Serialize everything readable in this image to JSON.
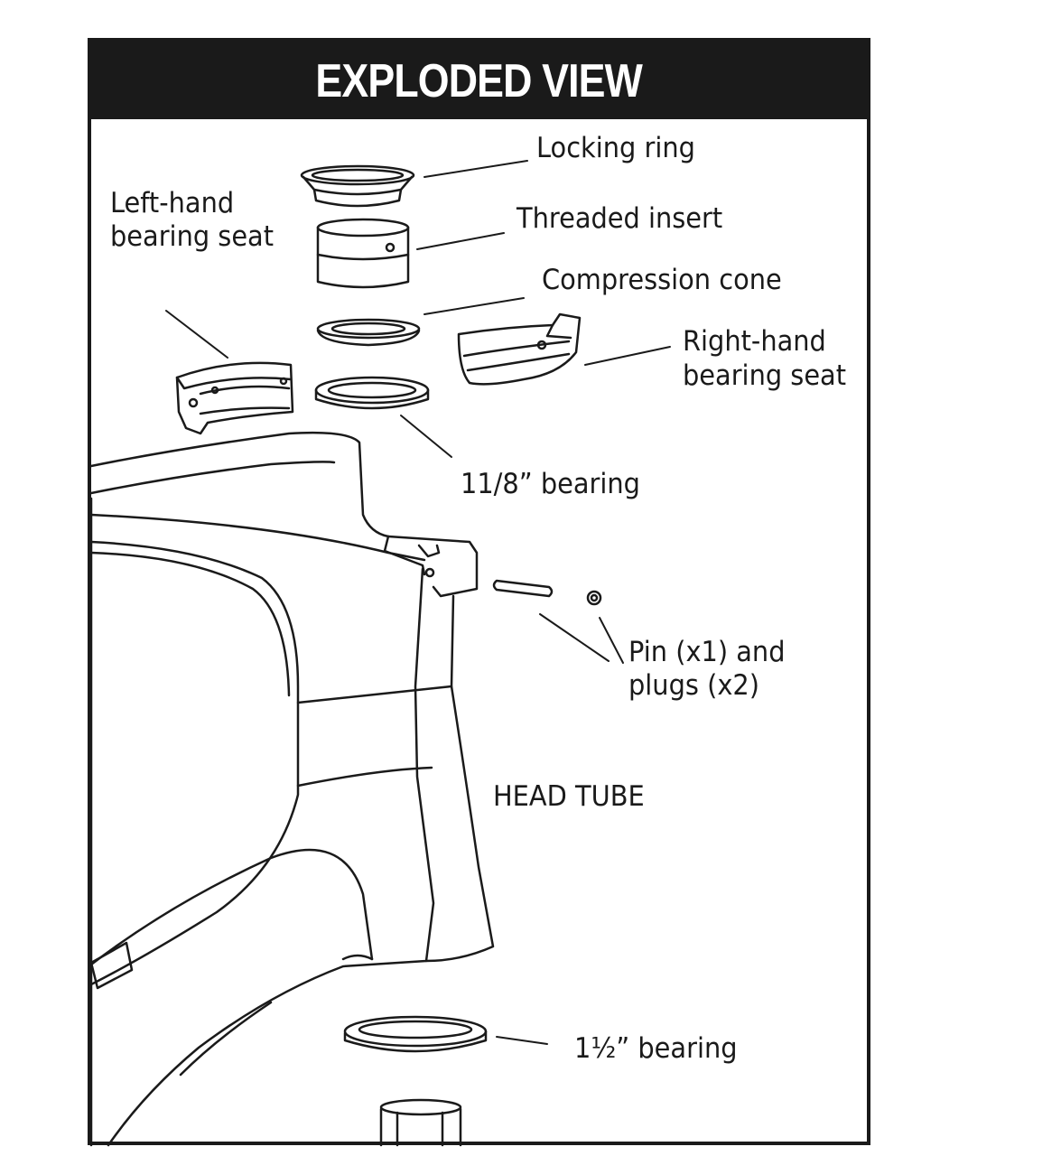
{
  "title": "EXPLODED VIEW",
  "labels": {
    "locking_ring": "Locking ring",
    "threaded_insert": "Threaded insert",
    "compression_cone": "Compression cone",
    "left_seat_line1": "Left-hand",
    "left_seat_line2": "bearing seat",
    "right_seat_line1": "Right-hand",
    "right_seat_line2": "bearing seat",
    "upper_bearing": "11/8” bearing",
    "pin_line1": "Pin (x1) and",
    "pin_line2": "plugs (x2)",
    "head_tube": "HEAD TUBE",
    "lower_bearing": "1½” bearing"
  },
  "colors": {
    "ink": "#1a1a1a",
    "background": "#ffffff"
  }
}
